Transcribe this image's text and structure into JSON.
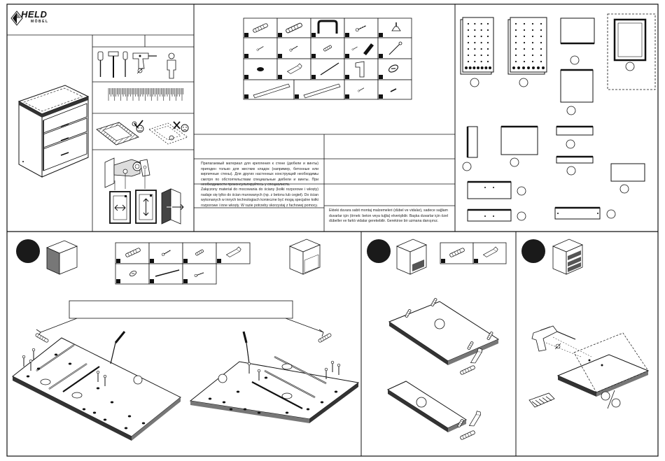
{
  "brand": {
    "name": "HELD",
    "subtitle": "MÖBEL"
  },
  "notes": {
    "ru": "Прилагаемый материал для крепления к стене (дюбели и винты) пригоден только для жестких кладок (например, бетонные или кирпичные стены). Для других настенных конструкций необходимы смотря по обстоятельствам специальные дюбели и винты. При необходимости проконсультируйтесь у специалиста.",
    "pl": "Załączony materiał do mocowania do ściany (kołki rozporowe i wkręty) nadaje się tylko do ścian murowanych (np. z betonu lub cegieł). Do ścian wykonanych w innych technologiach konieczne być mogą specjalne kołki rozporowe i inne wkręty. W razie potrzeby skorzystaj z fachowej pomocy.",
    "tr": "Ekteki duvara sabit montaj malzemeleri (dübel ve vidalar), sadece sağlam duvarlar için (örnek: beton veya tuğla) elverişlidir. Başka duvarlar için özel dübeller ve farklı vidalar gerekebilir. Gerekirse bir uzmana danışınız."
  },
  "icons": {
    "logo": "held-logo-icon",
    "ok": "smiley-happy-icon",
    "bad": "smiley-sad-icon",
    "screwdriver": "screwdriver-icon",
    "hammer": "hammer-icon",
    "drill": "drill-icon",
    "person": "person-icon",
    "ruler": "ruler-icon",
    "hinge": "hinge-icon"
  },
  "colors": {
    "ink": "#111111",
    "step_circle": "#1a1a1a",
    "edge_shade": "#555555"
  }
}
